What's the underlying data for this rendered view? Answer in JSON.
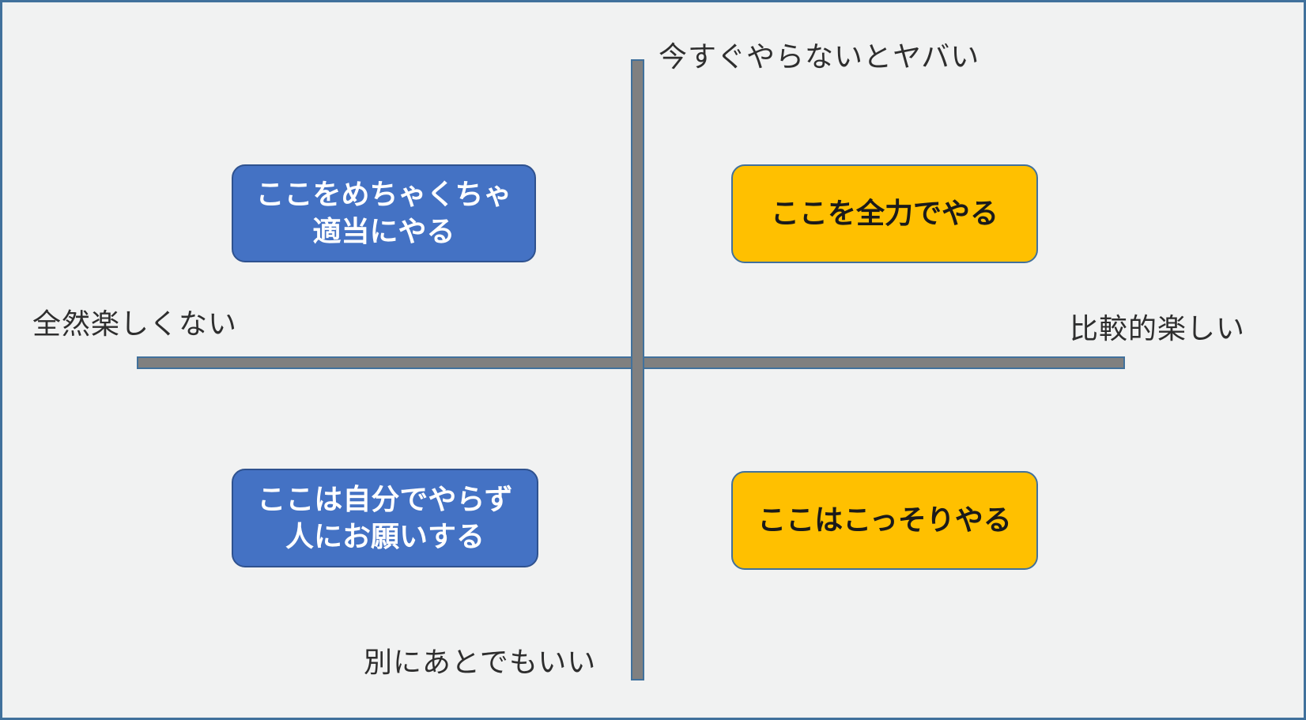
{
  "diagram": {
    "fill": "#F1F2F2",
    "border": "#41719C",
    "axis": {
      "bar": {
        "fill": "#808080",
        "border": "#41719C"
      },
      "top_label": "今すぐやらないとヤバい",
      "bottom_label": "別にあとでもいい",
      "left_label": "全然楽しくない",
      "right_label": "比較的楽しい"
    },
    "quadrants": [
      {
        "position": "top-left",
        "lines": [
          "ここをめちゃくちゃ",
          "適当にやる"
        ],
        "fill": "#4472C4",
        "border": "#2F528F",
        "text_color": "#FFFFFF"
      },
      {
        "position": "top-right",
        "lines": [
          "ここを全力でやる"
        ],
        "fill": "#FFC000",
        "border": "#41719C",
        "text_color": "#1A1A1A"
      },
      {
        "position": "bottom-left",
        "lines": [
          "ここは自分でやらず",
          "人にお願いする"
        ],
        "fill": "#4472C4",
        "border": "#2F528F",
        "text_color": "#FFFFFF"
      },
      {
        "position": "bottom-right",
        "lines": [
          "ここはこっそりやる"
        ],
        "fill": "#FFC000",
        "border": "#41719C",
        "text_color": "#1A1A1A"
      }
    ]
  }
}
